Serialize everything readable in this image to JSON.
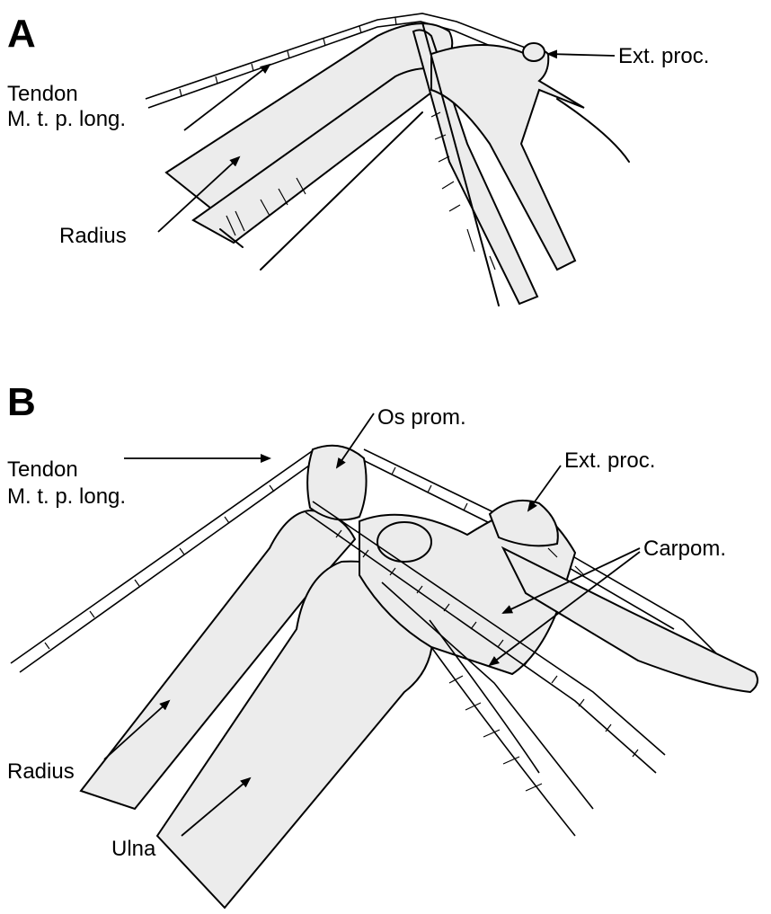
{
  "panels": [
    {
      "letter": "A",
      "labels": {
        "tendon_line1": "Tendon",
        "tendon_line2": "M. t. p. long.",
        "radius": "Radius",
        "ext_proc": "Ext. proc."
      }
    },
    {
      "letter": "B",
      "labels": {
        "os_prom": "Os prom.",
        "tendon_line1": "Tendon",
        "tendon_line2": "M. t. p. long.",
        "ext_proc": "Ext. proc.",
        "carpom": "Carpom.",
        "radius": "Radius",
        "ulna": "Ulna"
      }
    }
  ]
}
